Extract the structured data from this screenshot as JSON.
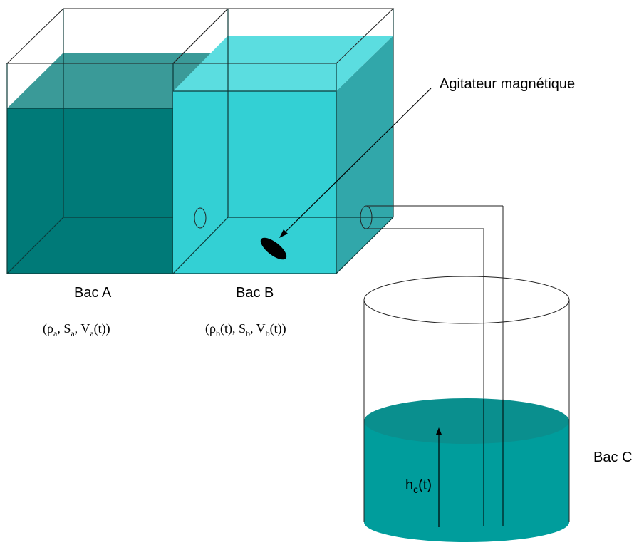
{
  "labels": {
    "agitator": "Agitateur magnétique",
    "bac_a": "Bac A",
    "bac_b": "Bac B",
    "bac_c": "Bac C"
  },
  "formula_a": {
    "open": "(ρ",
    "sub1": "a",
    "mid1": ", S",
    "sub2": "a",
    "mid2": ", V",
    "sub3": "a",
    "close": "(t))"
  },
  "formula_b": {
    "open": "(ρ",
    "sub1": "b",
    "mid1": "(t), S",
    "sub2": "b",
    "mid2": ", V",
    "sub3": "b",
    "close": "(t))"
  },
  "height_label": {
    "h": "h",
    "sub": "c",
    "rest": "(t)"
  },
  "colors": {
    "tank_a_front": "#007a78",
    "tank_a_top": "#3a9a98",
    "tank_b_front": "#33d0d4",
    "tank_b_top": "#5bdde0",
    "tank_b_side": "#31a7aa",
    "tank_c_liquid": "#009d9c",
    "tank_c_top": "#0a8f8e",
    "stirrer": "#000000"
  }
}
